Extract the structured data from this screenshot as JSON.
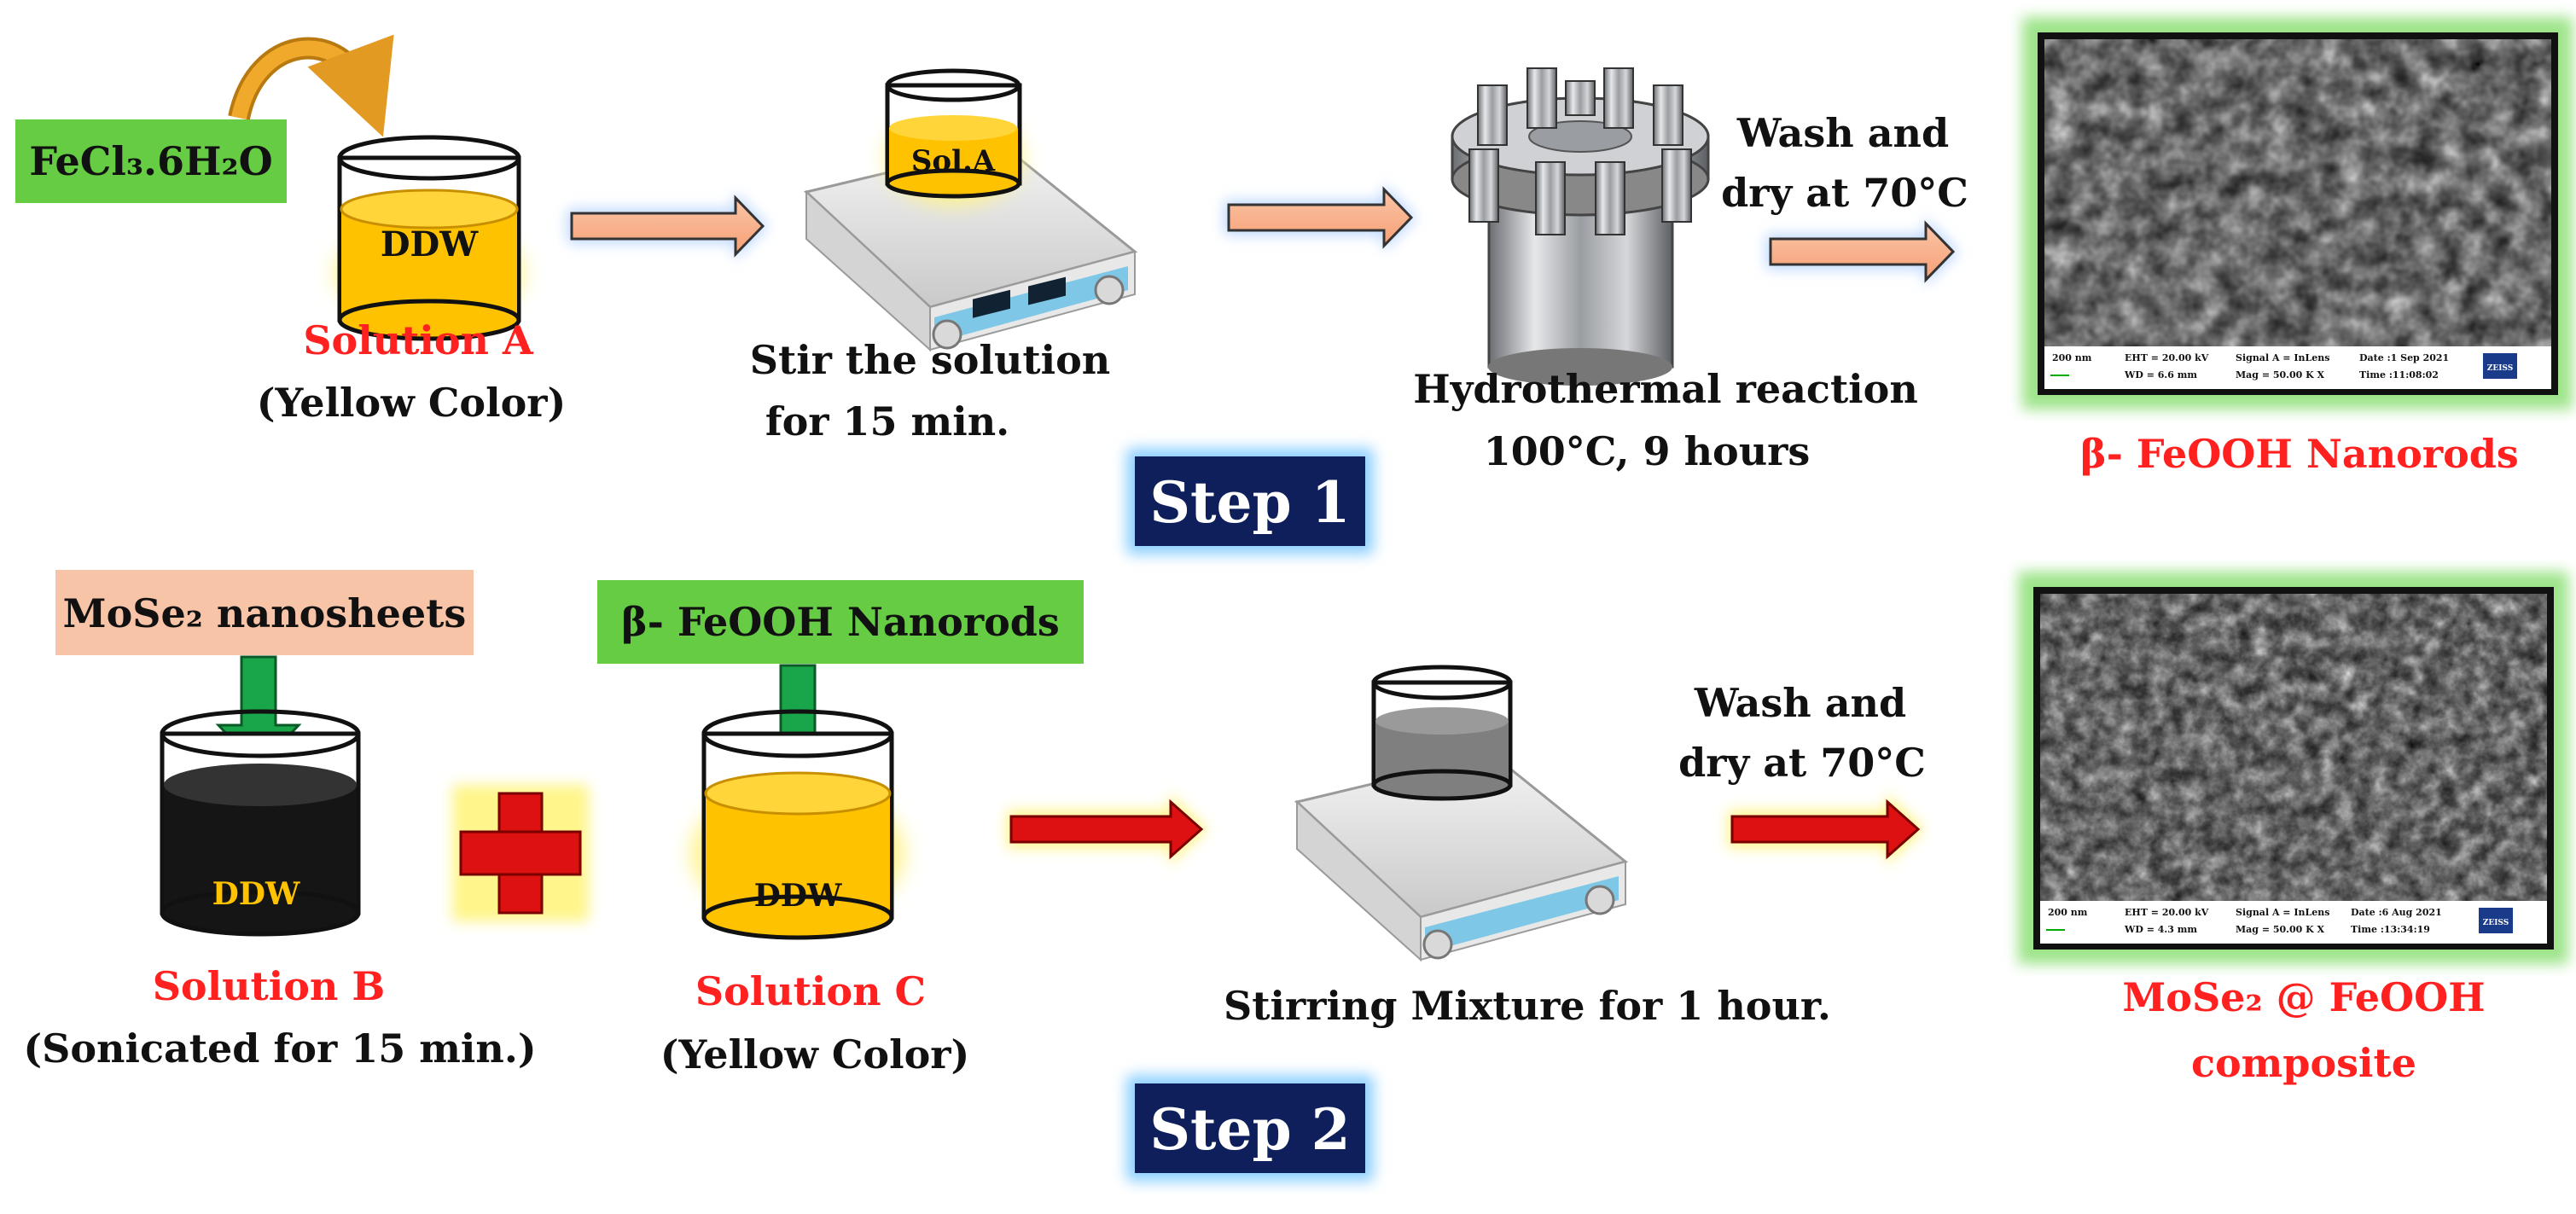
{
  "step1": {
    "reagent_label": "FeCl₃.6H₂O",
    "beaker_label": "DDW",
    "solution_name": "Solution A",
    "solution_note": "(Yellow Color)",
    "stir_beaker_label": "Sol.A",
    "stir_line1": "Stir the solution",
    "stir_line2": "for 15 min.",
    "hydro_line1": "Hydrothermal reaction",
    "hydro_line2": "100°C,  9 hours",
    "wash_line1": "Wash and",
    "wash_line2": "dry at 70°C",
    "product": "β- FeOOH Nanorods",
    "sem_info": [
      "200 nm",
      "EHT = 20.00 kV",
      "WD = 6.6 mm",
      "Signal A = InLens",
      "Mag = 50.00 K X",
      "Date :1 Sep 2021",
      "Time :11:08:02",
      "ZEISS"
    ],
    "step_badge": "Step 1"
  },
  "step2": {
    "mose2_box": "MoSe₂ nanosheets",
    "feooh_box": "β- FeOOH Nanorods",
    "beaker_b_label": "DDW",
    "beaker_c_label": "DDW",
    "solution_b_name": "Solution B",
    "solution_b_note": "(Sonicated for 15 min.)",
    "solution_c_name": "Solution C",
    "solution_c_note": "(Yellow Color)",
    "stir_caption": "Stirring Mixture for 1 hour.",
    "wash_line1": "Wash and",
    "wash_line2": "dry at 70°C",
    "product_line1": "MoSe₂ @ FeOOH",
    "product_line2": "composite",
    "sem_info": [
      "200 nm",
      "EHT = 20.00 kV",
      "WD = 4.3 mm",
      "Signal A = InLens",
      "Mag = 50.00 K X",
      "Date :6 Aug 2021",
      "Time :13:34:19",
      "ZEISS"
    ],
    "step_badge": "Step 2"
  },
  "colors": {
    "red_text": "#ff2020",
    "yellow_liquid": "#ffc200",
    "dark_liquid": "#151515",
    "gray_liquid": "#7f7f7f",
    "green_box": "#66cc44",
    "peach_box": "#f8c4a8",
    "peach_arrow": "#f9b592",
    "red_arrow": "#dd1111",
    "step_badge": "#0e1f5c",
    "green_arrow": "#19a64a"
  }
}
